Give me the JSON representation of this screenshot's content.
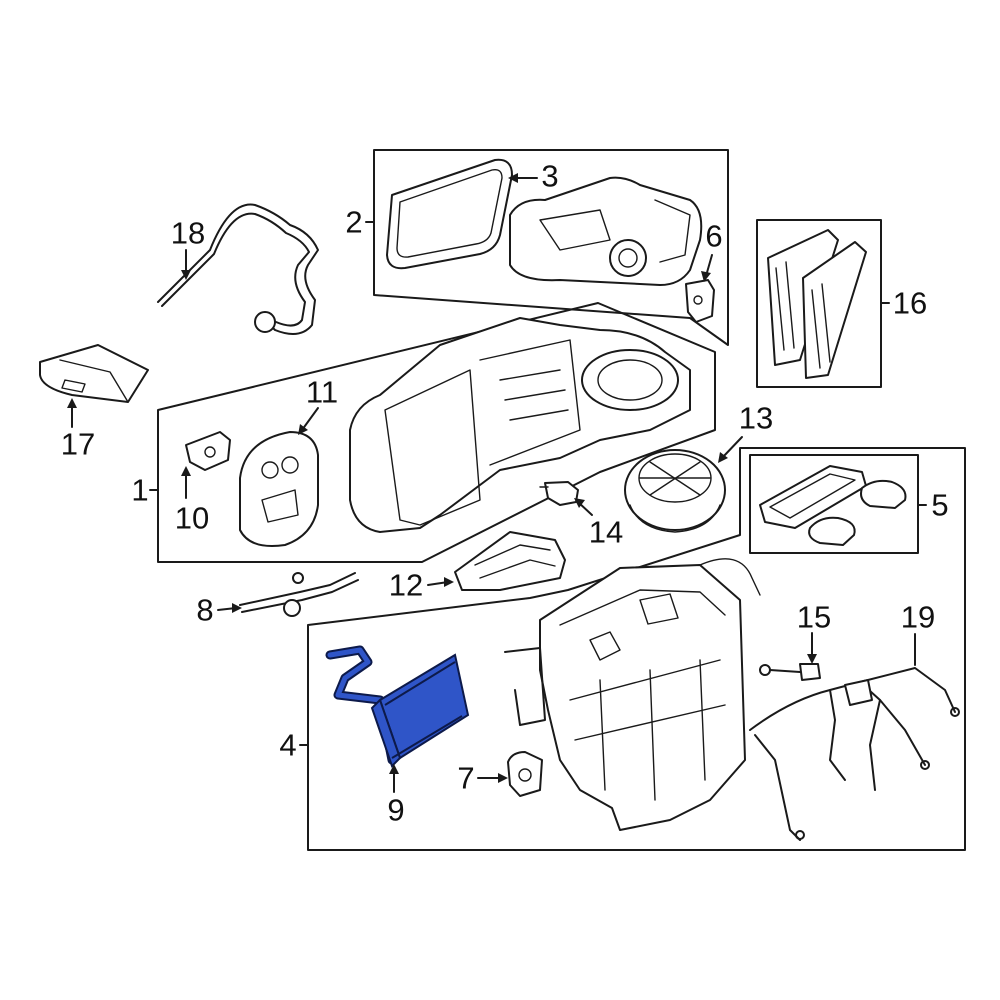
{
  "diagram": {
    "highlight_color": "#2f55c8",
    "callouts": {
      "c1": "1",
      "c2": "2",
      "c3": "3",
      "c4": "4",
      "c5": "5",
      "c6": "6",
      "c7": "7",
      "c8": "8",
      "c9": "9",
      "c10": "10",
      "c11": "11",
      "c12": "12",
      "c13": "13",
      "c14": "14",
      "c15": "15",
      "c16": "16",
      "c17": "17",
      "c18": "18",
      "c19": "19"
    },
    "parts": {
      "heater_core": {
        "callout": "9",
        "highlighted": true
      }
    }
  }
}
